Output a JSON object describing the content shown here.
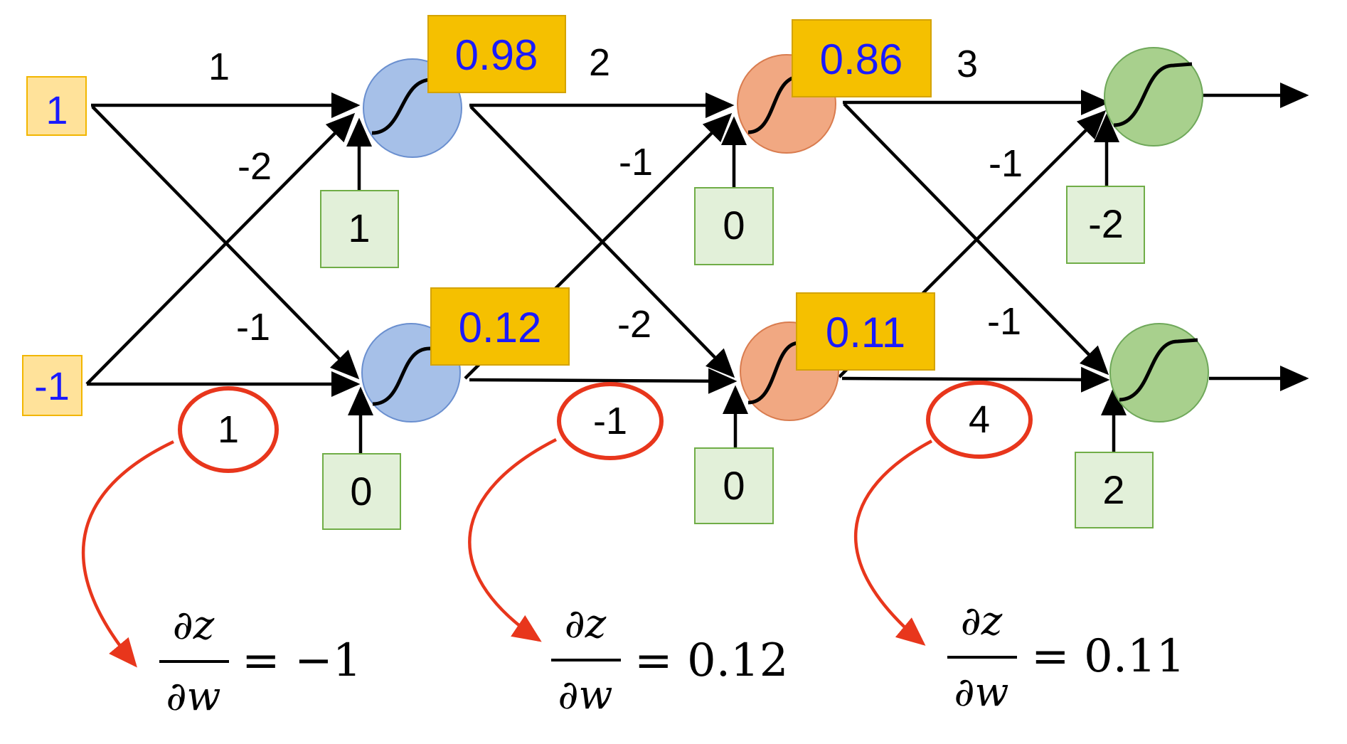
{
  "colors": {
    "edge": "#000000",
    "annotation": "#e8361c",
    "output_text": "#1a1aff",
    "input_fill": "#ffe29a",
    "input_stroke": "#f2b600",
    "output_fill": "#f5c000",
    "output_stroke": "#d4a300",
    "bias_fill": "#e2f0d9",
    "bias_stroke": "#70ad47",
    "layer1_node": "#a6c0e8",
    "layer2_node": "#f1a882",
    "layer3_node": "#a8d08d"
  },
  "network": {
    "inputs": [
      "1",
      "-1"
    ],
    "layer1": {
      "outputs": [
        "0.98",
        "0.12"
      ],
      "biases": [
        "1",
        "0"
      ]
    },
    "layer2": {
      "outputs": [
        "0.86",
        "0.11"
      ],
      "biases": [
        "0",
        "0"
      ]
    },
    "layer3": {
      "biases": [
        "-2",
        "2"
      ]
    },
    "weights": {
      "w1_top_top": "1",
      "w1_bottom_top": "-2",
      "w1_top_bottom": "-1",
      "w1_bottom_bottom": "1",
      "w2_top_top": "2",
      "w2_bottom_top": "-1",
      "w2_top_bottom": "-2",
      "w2_bottom_bottom": "-1",
      "w3_top_top": "3",
      "w3_bottom_top": "-1",
      "w3_top_bottom": "-1",
      "w3_bottom_bottom": "4"
    }
  },
  "derivatives": [
    {
      "numerator": "∂z",
      "denominator": "∂w",
      "value": "= −1"
    },
    {
      "numerator": "∂z",
      "denominator": "∂w",
      "value": "= 0.12"
    },
    {
      "numerator": "∂z",
      "denominator": "∂w",
      "value": "= 0.11"
    }
  ]
}
